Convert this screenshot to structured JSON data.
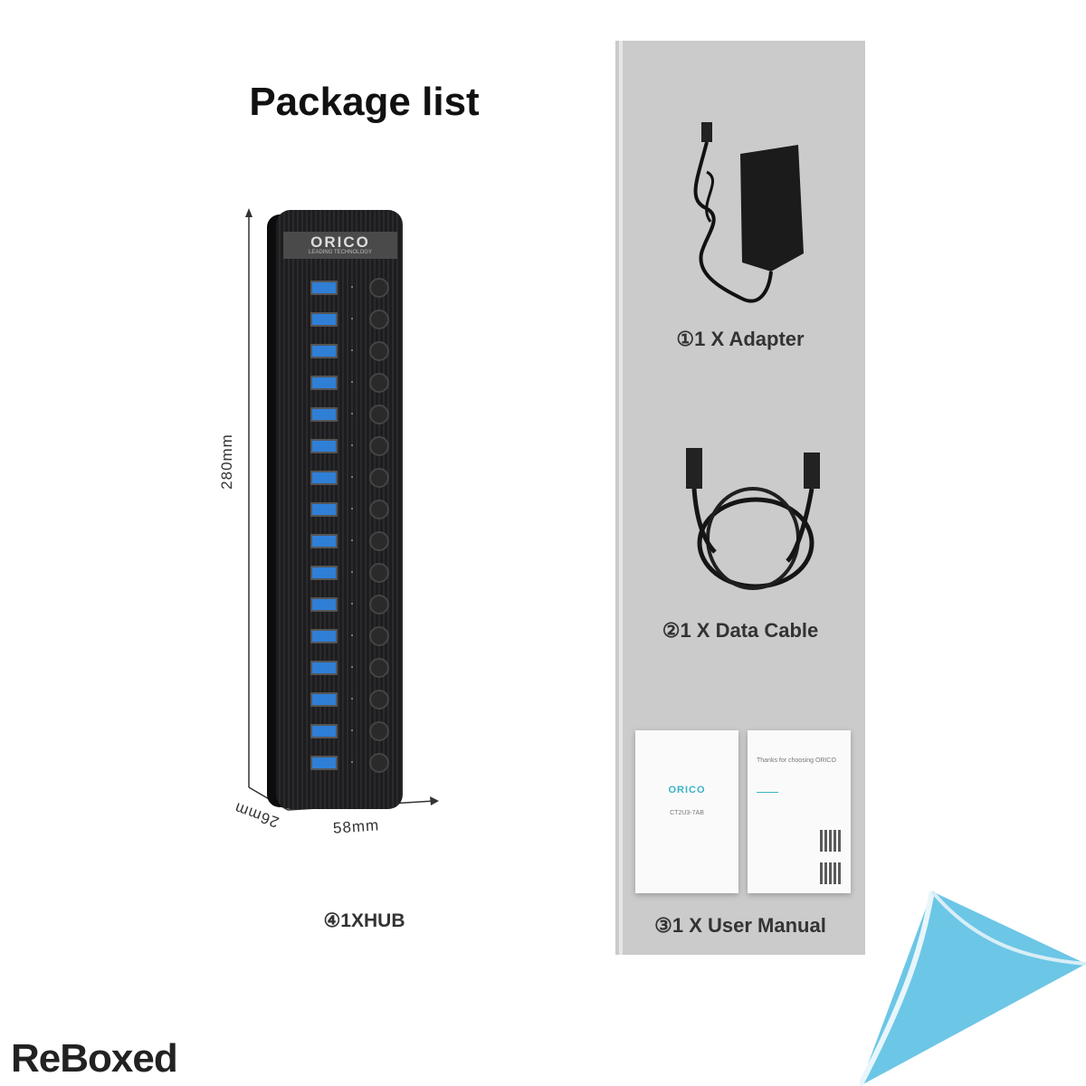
{
  "title": "Package list",
  "hub": {
    "brand": "ORICO",
    "tagline": "LEADING TECHNOLOGY",
    "port_count": 16,
    "port_color": "#2f7fd6",
    "height_label": "280mm",
    "width_label": "58mm",
    "depth_label": "26mm",
    "caption": "④1XHUB"
  },
  "items": [
    {
      "caption": "①1 X Adapter",
      "icon": "power-adapter"
    },
    {
      "caption": "②1 X Data Cable",
      "icon": "usb-cable"
    },
    {
      "caption": "③1 X User Manual",
      "icon": "user-manual"
    }
  ],
  "manual": {
    "cover_brand": "ORICO",
    "cover_model": "CT2U3-7AB",
    "back_heading": "Thanks for choosing ORICO"
  },
  "logo": "ReBoxed",
  "colors": {
    "panel": "#cbcbcb",
    "accent": "#6cc6e6",
    "text": "#111111"
  }
}
